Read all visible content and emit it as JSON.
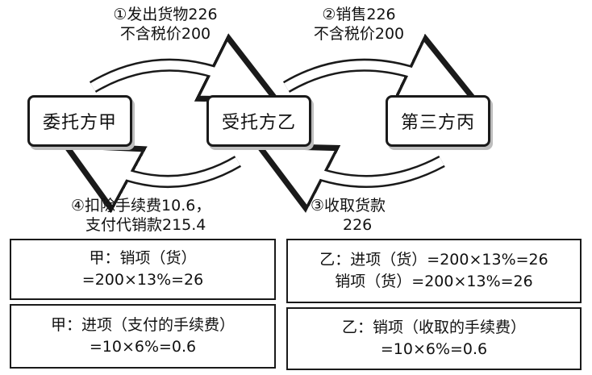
{
  "nodes": {
    "principal": "委托方甲",
    "agent": "受托方乙",
    "third_party": "第三方丙"
  },
  "flows": {
    "step1": {
      "line1": "①发出货物226",
      "line2": "不含税价200"
    },
    "step2": {
      "line1": "②销售226",
      "line2": "不含税价200"
    },
    "step3": {
      "line1": "③收取货款",
      "line2": "226"
    },
    "step4": {
      "line1": "④扣除手续费10.6，",
      "line2": "支付代销款215.4"
    }
  },
  "boxes": {
    "jia_output": {
      "line1": "甲：销项（货）",
      "line2": "=200×13%=26"
    },
    "yi_goods": {
      "line1": "乙：进项（货）=200×13%=26",
      "line2": "销项（货）=200×13%=26"
    },
    "jia_input": {
      "line1": "甲：进项（支付的手续费）",
      "line2": "=10×6%=0.6"
    },
    "yi_fee": {
      "line1": "乙：销项（收取的手续费）",
      "line2": "=10×6%=0.6"
    }
  }
}
